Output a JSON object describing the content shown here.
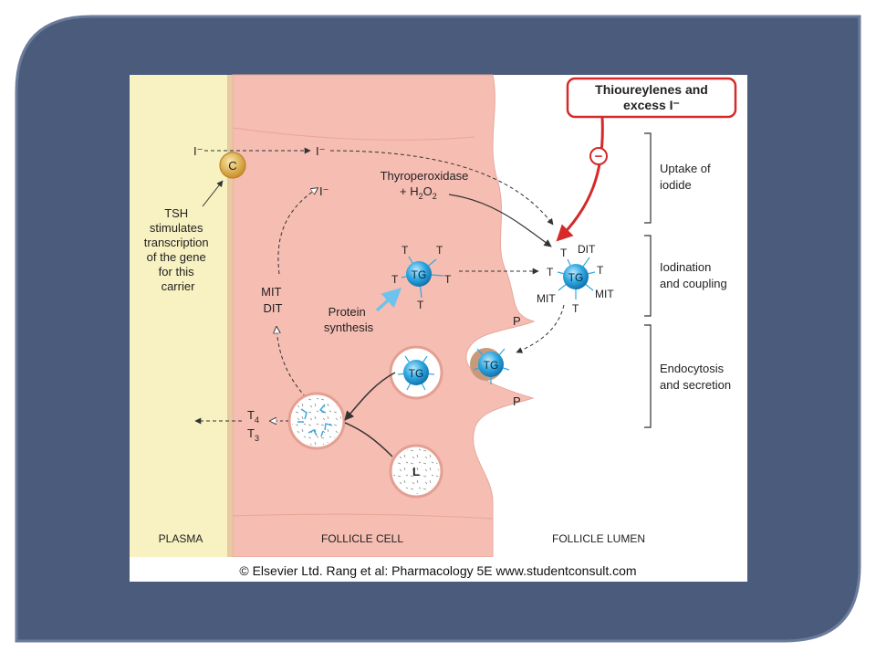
{
  "colors": {
    "slide_background": "#4a5b7c",
    "slide_frame": "#5a6b8c",
    "plasma": "#f8f1c1",
    "follicle_cell": "#f6bdb2",
    "follicle_lumen": "#ffffff",
    "inhibitor_red": "#d42a2a",
    "tg_blue": "#2fa8e0",
    "carrier_gold": "#d9a33c"
  },
  "icons": {
    "carrier": "carrier-protein-icon",
    "inhibition": "minus-circle-icon",
    "thyroglobulin": "thyroglobulin-molecule-icon",
    "lysosome": "lysosome-icon"
  },
  "diagram": {
    "inhibitor_box": {
      "line1": "Thioureylenes and",
      "line2": "excess I⁻"
    },
    "stages": {
      "uptake": [
        "Uptake of",
        "iodide"
      ],
      "iodination": [
        "Iodination",
        "and coupling"
      ],
      "endocytosis": [
        "Endocytosis",
        "and secretion"
      ]
    },
    "regions": {
      "plasma": "PLASMA",
      "cell": "FOLLICLE CELL",
      "lumen": "FOLLICLE LUMEN"
    },
    "iodide": {
      "plasma": "I⁻",
      "cell": "I⁻",
      "recycled": "I⁻"
    },
    "carrier_label": "C",
    "tsh_note": [
      "TSH",
      "stimulates",
      "transcription",
      "of the gene",
      "for this",
      "carrier"
    ],
    "enzyme": {
      "line1": "Thyroperoxidase",
      "line2_prefix": "+ H",
      "sub2": "2",
      "mid": "O",
      "sub2b": "2"
    },
    "protein_synthesis": [
      "Protein",
      "synthesis"
    ],
    "recycled_labels": [
      "MIT",
      "DIT"
    ],
    "tg_label": "TG",
    "tyrosine_label": "T",
    "iodinated": {
      "dit": "DIT",
      "mit_left": "MIT",
      "mit_right": "MIT"
    },
    "pseudopod_label": "P",
    "lysosome_label": "L",
    "hormones": {
      "t4": "T",
      "t4_sub": "4",
      "t3": "T",
      "t3_sub": "3"
    },
    "minus_sign": "−",
    "copyright": "© Elsevier Ltd. Rang et al: Pharmacology 5E www.studentconsult.com"
  }
}
